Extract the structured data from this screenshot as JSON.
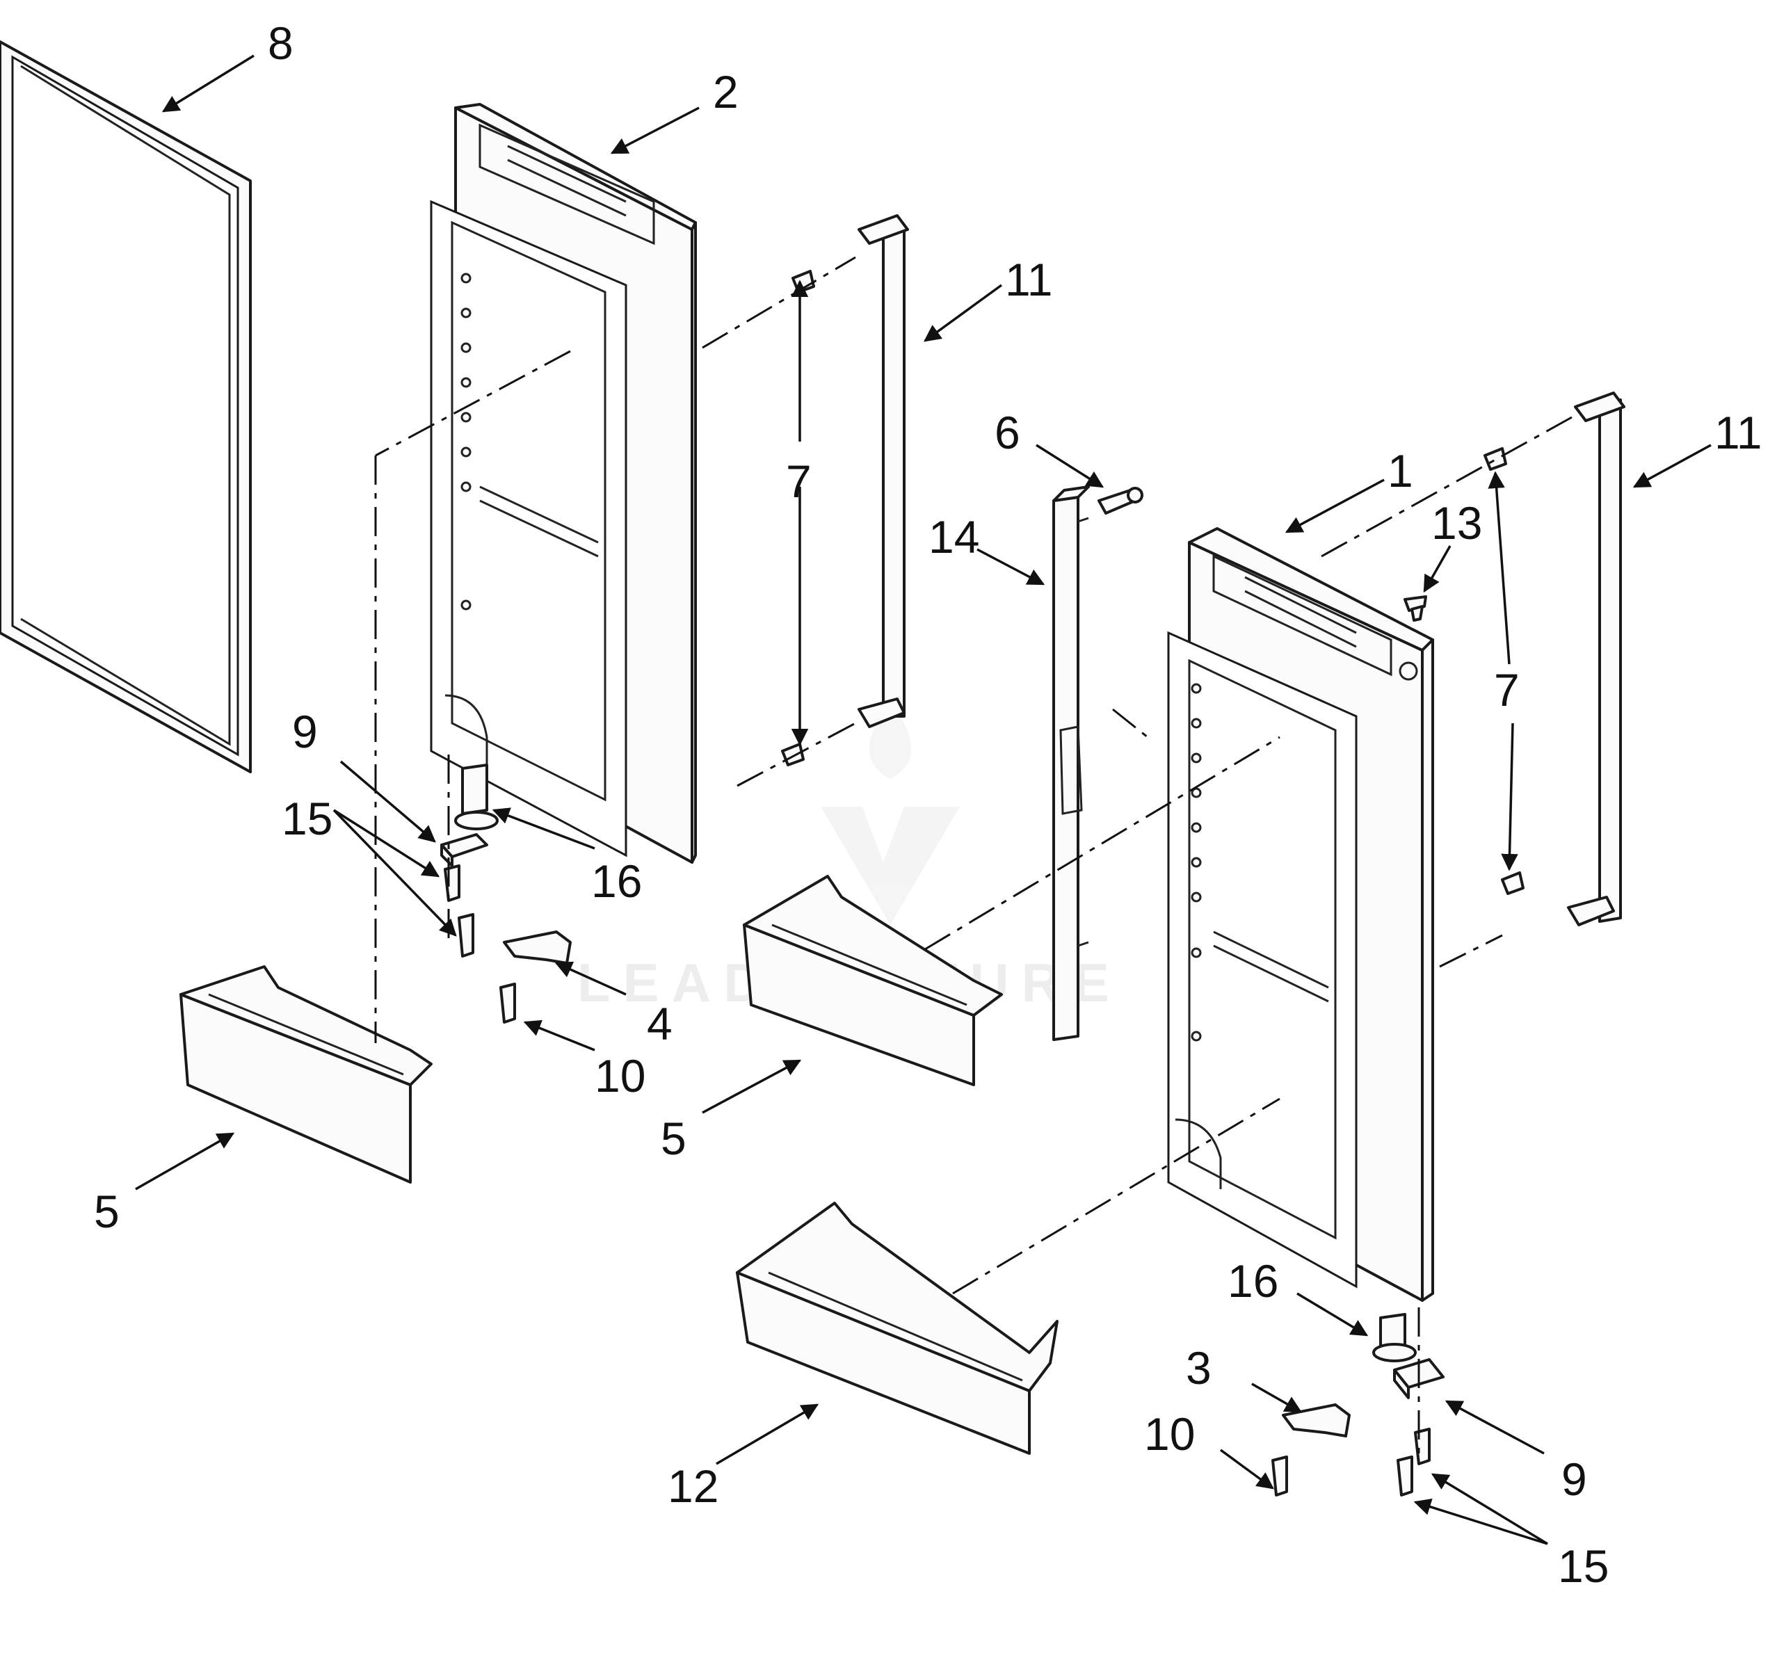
{
  "callouts": {
    "c8": "8",
    "c2": "2",
    "c11a": "11",
    "c11b": "11",
    "c7a": "7",
    "c7b": "7",
    "c6": "6",
    "c1": "1",
    "c13": "13",
    "c14": "14",
    "c9a": "9",
    "c9b": "9",
    "c15a": "15",
    "c15b": "15",
    "c16a": "16",
    "c16b": "16",
    "c4": "4",
    "c3": "3",
    "c10a": "10",
    "c10b": "10",
    "c5a": "5",
    "c5b": "5",
    "c12": "12"
  },
  "watermark": {
    "text": "LEADVENTURE"
  }
}
